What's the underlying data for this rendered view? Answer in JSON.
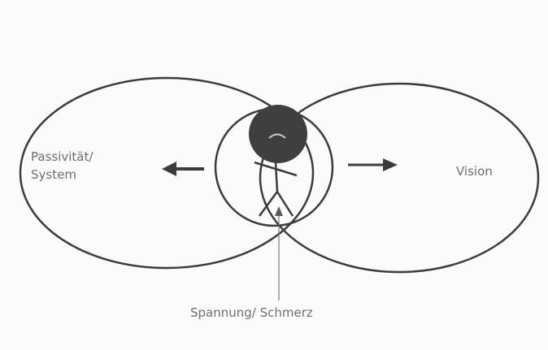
{
  "diagram": {
    "left_label_line1": "Passivität/",
    "left_label_line2": "System",
    "right_label": "Vision",
    "bottom_label": "Spannung/ Schmerz"
  },
  "colors": {
    "line": "#3c3c3c",
    "head_fill": "#3f3f3f",
    "text": "#6e6e6e",
    "background": "#fbfbfb"
  }
}
